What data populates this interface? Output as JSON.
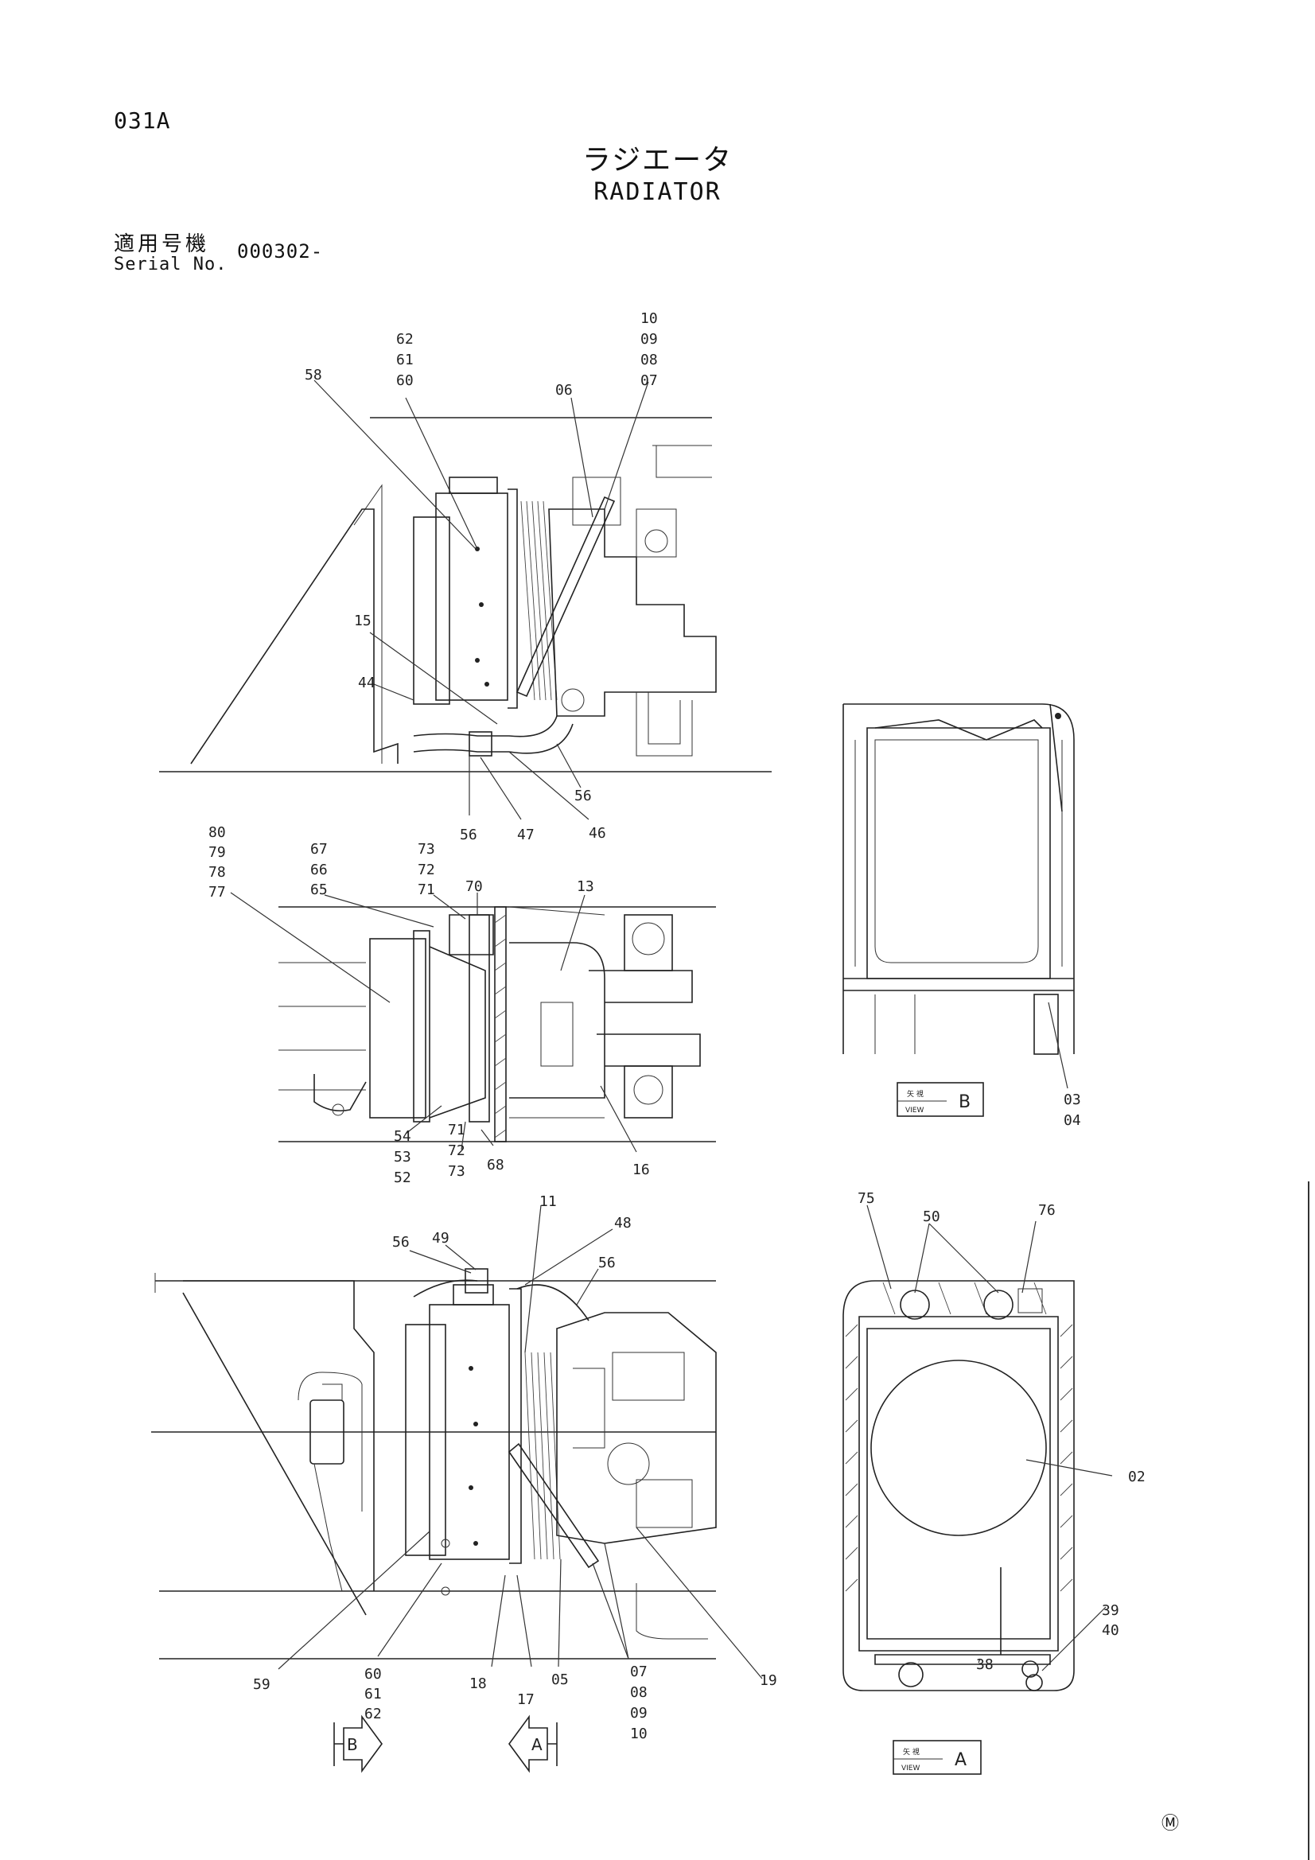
{
  "header": {
    "page_code": "031A",
    "title_jp": "ラジエータ",
    "title_en": "RADIATOR",
    "serial_label_jp": "適用号機",
    "serial_label_en": "Serial No.",
    "serial_value": "000302-"
  },
  "footer": {
    "mark": "Ⓜ"
  },
  "views": {
    "view_b": {
      "label_jp": "矢 視",
      "label_en": "VIEW",
      "letter": "B"
    },
    "view_a": {
      "label_jp": "矢 視",
      "label_en": "VIEW",
      "letter": "A"
    },
    "arrow_b": "B",
    "arrow_a": "A"
  },
  "callouts": {
    "c10_a": "10",
    "c09_a": "09",
    "c08_a": "08",
    "c07_a": "07",
    "c62_a": "62",
    "c61_a": "61",
    "c60_a": "60",
    "c58": "58",
    "c06": "06",
    "c15": "15",
    "c44": "44",
    "c56_a": "56",
    "c56_b": "56",
    "c47": "47",
    "c46": "46",
    "c80": "80",
    "c79": "79",
    "c78": "78",
    "c77": "77",
    "c67": "67",
    "c66": "66",
    "c65": "65",
    "c73_a": "73",
    "c72_a": "72",
    "c71_a": "71",
    "c70": "70",
    "c13": "13",
    "c54": "54",
    "c53": "53",
    "c52": "52",
    "c71_b": "71",
    "c72_b": "72",
    "c73_b": "73",
    "c68": "68",
    "c16": "16",
    "c03": "03",
    "c04": "04",
    "c56_c": "56",
    "c49": "49",
    "c11": "11",
    "c48": "48",
    "c56_d": "56",
    "c75": "75",
    "c50": "50",
    "c76": "76",
    "c02": "02",
    "c59": "59",
    "c60_b": "60",
    "c61_b": "61",
    "c62_b": "62",
    "c18": "18",
    "c17": "17",
    "c05": "05",
    "c07_b": "07",
    "c08_b": "08",
    "c09_b": "09",
    "c10_b": "10",
    "c19": "19",
    "c39": "39",
    "c40": "40",
    "c38": "38"
  }
}
